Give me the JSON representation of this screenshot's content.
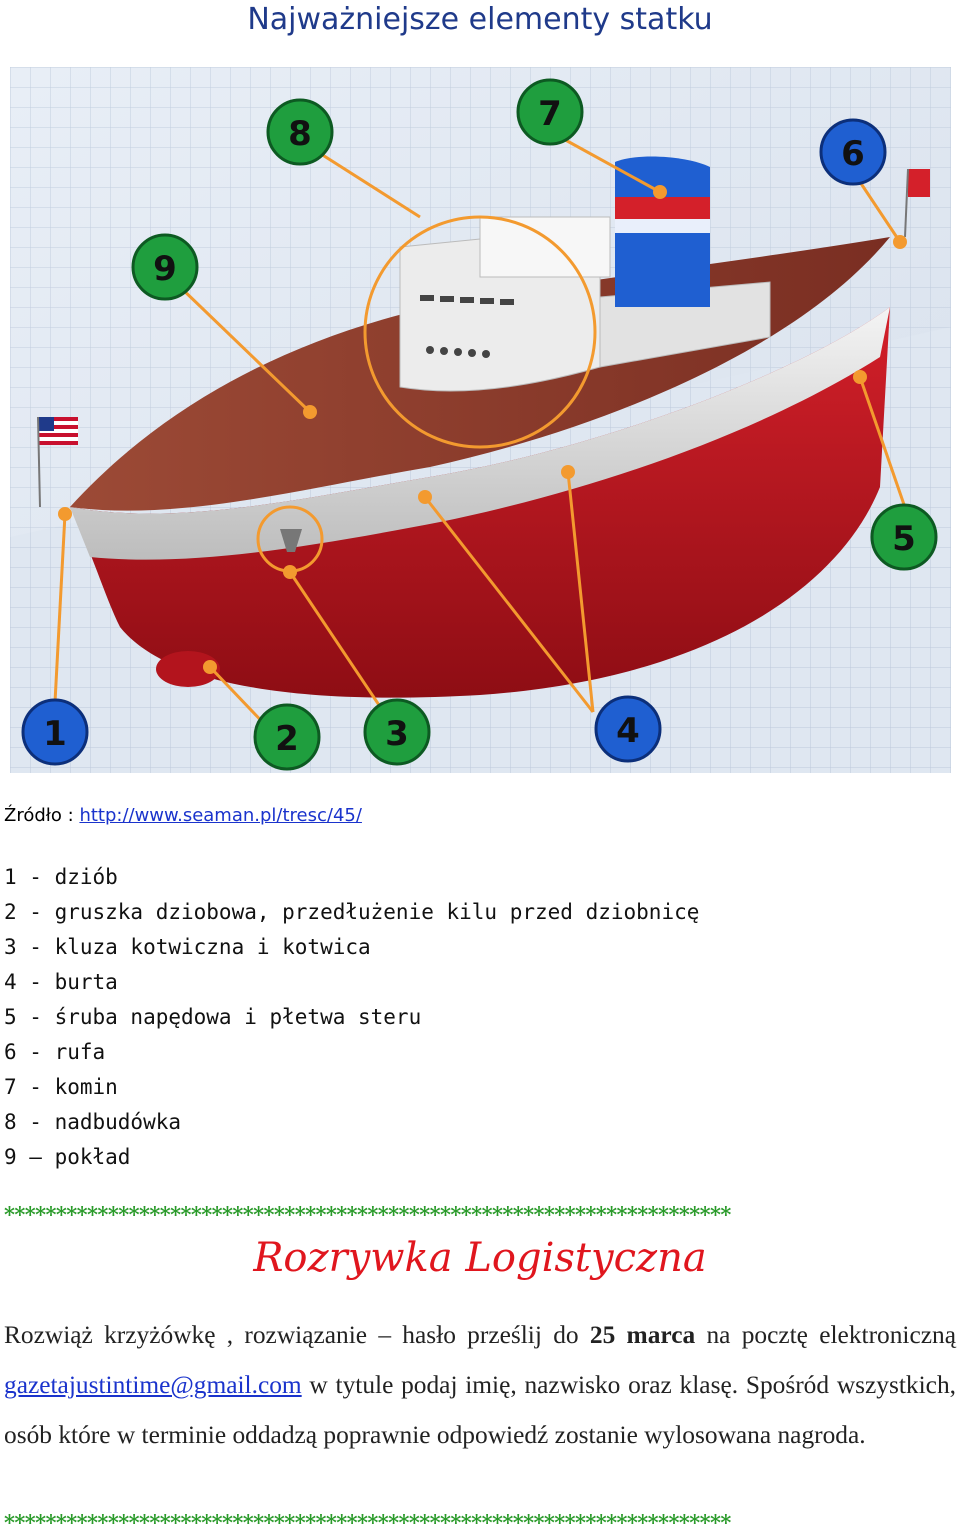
{
  "title": "Najważniejsze elementy statku",
  "source": {
    "label": "Źródło :",
    "link": "http://www.seaman.pl/tresc/45/"
  },
  "markers": [
    "1",
    "2",
    "3",
    "4",
    "5",
    "6",
    "7",
    "8",
    "9"
  ],
  "legend": [
    "1 - dziób",
    "2 - gruszka dziobowa, przedłużenie kilu przed dziobnicę",
    "3 - kluza kotwiczna i kotwica",
    "4 - burta",
    "5 - śruba napędowa i płetwa steru",
    "6 - rufa",
    "7 - komin",
    "8 - nadbudówka",
    "9 – pokład"
  ],
  "separator": "**********************************************************************",
  "section_title": "Rozrywka Logistyczna",
  "paragraph": {
    "p1": "Rozwiąż krzyżówkę , rozwiązanie – hasło prześlij do ",
    "date": "25 marca",
    "p2": " na pocztę elektroniczną ",
    "email": "gazetajustintime@gmail.com",
    "p3": " w tytule podaj imię, nazwisko oraz klasę. Spośród wszystkich, osób które w terminie oddadzą poprawnie odpowiedź zostanie wylosowana nagroda."
  },
  "colors": {
    "marker_green": "#1f9e3e",
    "marker_blue": "#1f5fd1",
    "hull_red": "#b3141d",
    "deck_brown": "#8a3a2a",
    "leader_orange": "#f39a2f"
  }
}
